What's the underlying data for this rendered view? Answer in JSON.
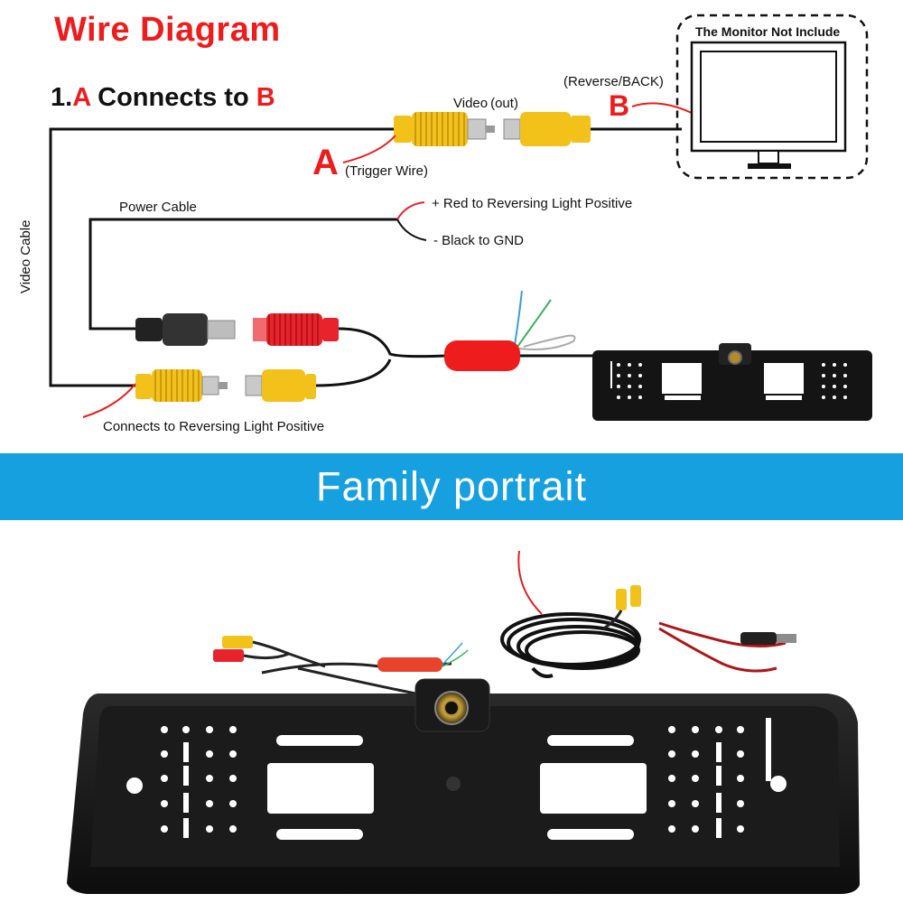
{
  "header": {
    "title": "Wire Diagram",
    "step_prefix": "1.",
    "step_a": "A",
    "step_middle": " Connects to ",
    "step_b": "B"
  },
  "labels": {
    "video_out": "Video (out)",
    "reverse_back": "(Reverse/BACK)",
    "marker_a": "A",
    "marker_b": "B",
    "trigger_wire": "(Trigger Wire)",
    "monitor_note": "The Monitor Not Include",
    "power_cable": "Power Cable",
    "red_positive": "+ Red to Reversing Light Positive",
    "black_gnd": "- Black to GND",
    "video_cable": "Video Cable",
    "connects_reversing": "Connects to Reversing Light Positive"
  },
  "banner": {
    "text": "Family portrait"
  },
  "colors": {
    "accent_red": "#ee1c1c",
    "banner_blue": "#16a0e0",
    "rca_yellow": "#f2c21a",
    "rca_red": "#e8232c",
    "frame_black": "#141414"
  },
  "icons": [
    "monitor-icon",
    "rca-connector-icon",
    "dc-power-plug-icon",
    "license-plate-camera-icon",
    "cable-coil-icon"
  ]
}
